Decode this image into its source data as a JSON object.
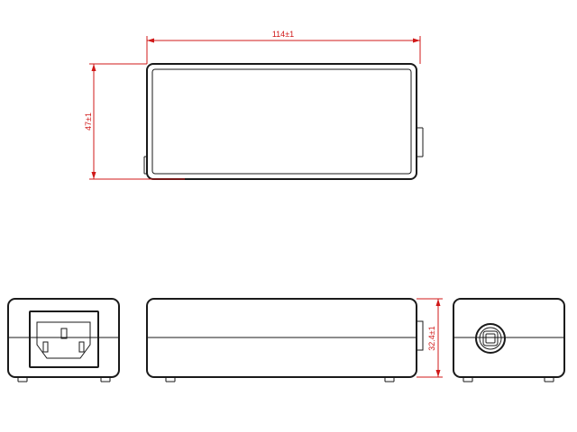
{
  "dimensions": {
    "length": "114±1",
    "width": "47±1",
    "height": "32.4±1"
  },
  "colors": {
    "outline": "#1a1a1a",
    "dimension": "#d01818",
    "background": "#ffffff"
  },
  "icons": {
    "power_inlet": "iec-c14-inlet-icon",
    "dc_outlet": "round-dc-socket-icon"
  }
}
